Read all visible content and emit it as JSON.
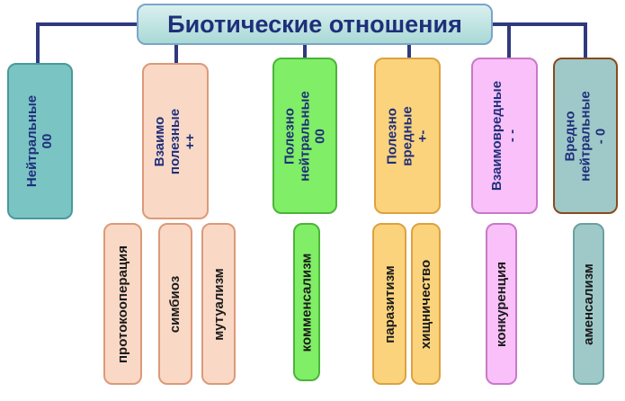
{
  "title": "Биотические отношения",
  "categories": [
    {
      "label": "Нейтральные\n00"
    },
    {
      "label": "Взаимо\nполезные\n++"
    },
    {
      "label": "Полезно\nнейтральные\n00"
    },
    {
      "label": "Полезно\nвредные\n+-"
    },
    {
      "label": "Взаимовредные\n- -"
    },
    {
      "label": "Вредно\nнейтральные\n- 0"
    }
  ],
  "examples": [
    "протокооперация",
    "симбиоз",
    "мутуализм",
    "комменсализм",
    "паразитизм",
    "хищничество",
    "конкуренция",
    "аменсализм"
  ]
}
